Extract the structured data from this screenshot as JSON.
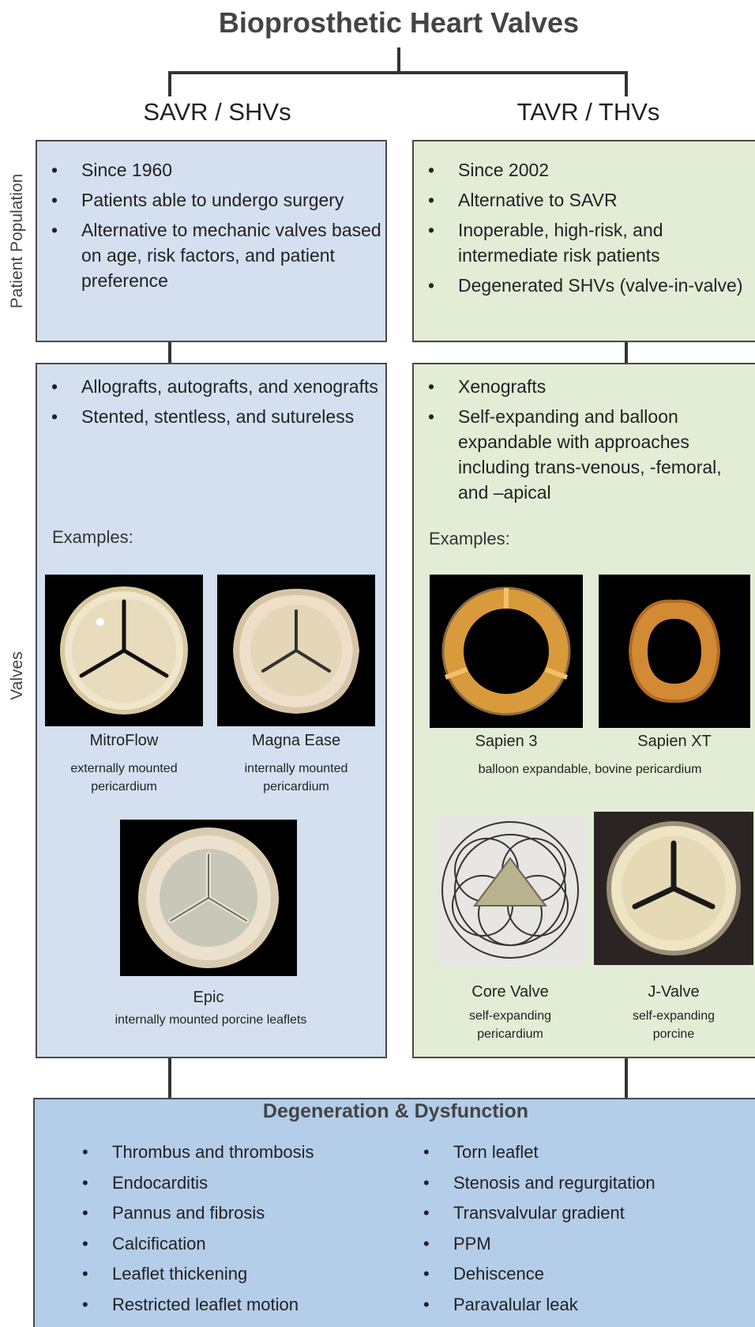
{
  "title": "Bioprosthetic Heart Valves",
  "columns": {
    "left": {
      "heading": "SAVR / SHVs"
    },
    "right": {
      "heading": "TAVR / THVs"
    }
  },
  "row_labels": {
    "population": "Patient Population",
    "valves": "Valves"
  },
  "population": {
    "left": [
      "Since 1960",
      "Patients able to undergo surgery",
      "Alternative to mechanic valves based on age, risk factors, and patient preference"
    ],
    "right": [
      "Since 2002",
      "Alternative to SAVR",
      "Inoperable, high-risk, and intermediate risk patients",
      "Degenerated SHVs (valve-in-valve)"
    ]
  },
  "valves": {
    "left": {
      "bullets": [
        "Allografts, autografts, and xenografts",
        "Stented, stentless, and sutureless"
      ],
      "examples_label": "Examples:",
      "items": [
        {
          "name": "MitroFlow",
          "desc": "externally mounted pericardium"
        },
        {
          "name": "Magna Ease",
          "desc": "internally mounted pericardium"
        },
        {
          "name": "Epic",
          "desc": "internally mounted porcine leaflets"
        }
      ]
    },
    "right": {
      "bullets": [
        "Xenografts",
        "Self-expanding and balloon expandable with approaches including trans-venous, -femoral, and –apical"
      ],
      "examples_label": "Examples:",
      "items": [
        {
          "name": "Sapien 3"
        },
        {
          "name": "Sapien XT"
        },
        {
          "name": "Core Valve",
          "desc": "self-expanding pericardium"
        },
        {
          "name": "J-Valve",
          "desc": "self-expanding porcine"
        }
      ],
      "shared_desc": "balloon expandable, bovine pericardium"
    }
  },
  "degeneration": {
    "title": "Degeneration & Dysfunction",
    "left": [
      "Thrombus and thrombosis",
      "Endocarditis",
      "Pannus and fibrosis",
      "Calcification",
      "Leaflet thickening",
      "Restricted leaflet motion"
    ],
    "right": [
      "Torn leaflet",
      "Stenosis and regurgitation",
      "Transvalvular gradient",
      "PPM",
      "Dehiscence",
      "Paravalular leak"
    ]
  },
  "colors": {
    "savr_box": "#d4e0ef",
    "tavr_box": "#e3edd6",
    "degeneration_box": "#b4cde9"
  }
}
